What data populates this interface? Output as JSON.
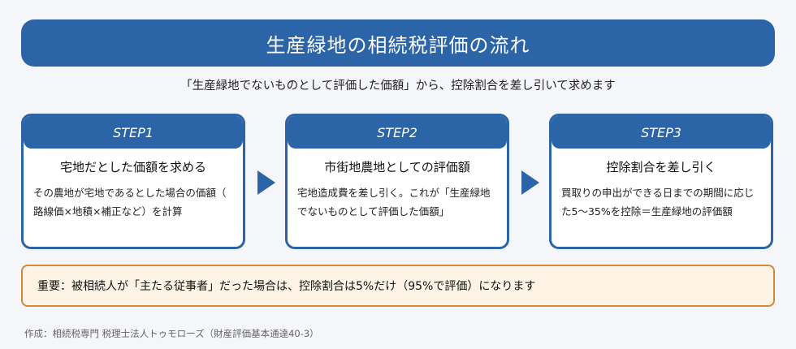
{
  "title": "生産緑地の相続税評価の流れ",
  "subtitle": "「生産緑地でないものとして評価した価額」から、控除割合を差し引いて求めます",
  "steps": [
    {
      "label": "STEP1",
      "title": "宅地だとした価額を求める",
      "desc_lines": [
        "その農地が宅地であるとした場合の価額（",
        "路線価×地積×補正など）を計算"
      ]
    },
    {
      "label": "STEP2",
      "title": "市街地農地としての評価額",
      "desc_lines": [
        "宅地造成費を差し引く。これが「生産緑地",
        "でないものとして評価した価額」"
      ]
    },
    {
      "label": "STEP3",
      "title": "控除割合を差し引く",
      "desc_lines": [
        "買取りの申出ができる日までの期間に応じ",
        "た5〜35%を控除＝生産緑地の評価額"
      ]
    }
  ],
  "note": "重要：被相続人が「主たる従事者」だった場合は、控除割合は5%だけ（95%で評価）になります",
  "credit": "作成：相続税専門 税理士法人トゥモローズ（財産評価基本通達40-3）",
  "colors": {
    "primary": "#2c64a8",
    "note_border": "#d18a3a",
    "note_bg": "#fdf4e6"
  }
}
